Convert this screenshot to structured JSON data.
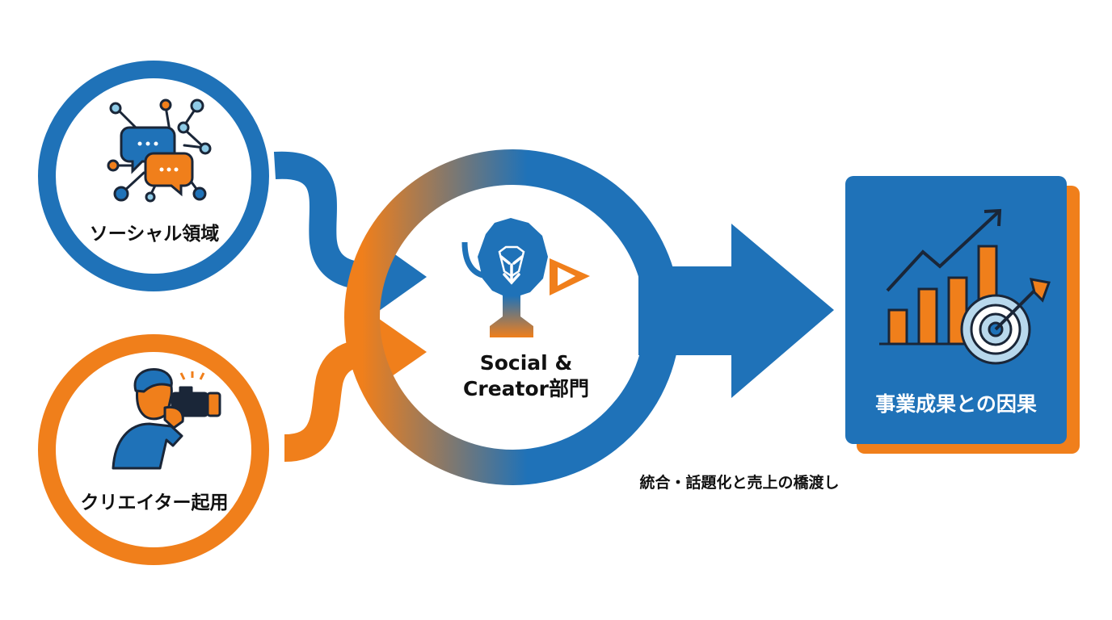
{
  "labels": {
    "social_domain": "ソーシャル領域",
    "creator_usage": "クリエイター起用",
    "hub_line1": "Social &",
    "hub_line2": "Creator部門",
    "business_result": "事業成果との因果",
    "caption": "統合・話題化と売上の橋渡し"
  },
  "colors": {
    "blue": "#1f72b8",
    "orange": "#f07f1b",
    "dark_text": "#111111",
    "white": "#ffffff"
  },
  "icons": {
    "social": "chat-network-icon",
    "creator": "photographer-icon",
    "hub": "lion-trophy-icon",
    "result": "growth-chart-target-icon"
  }
}
